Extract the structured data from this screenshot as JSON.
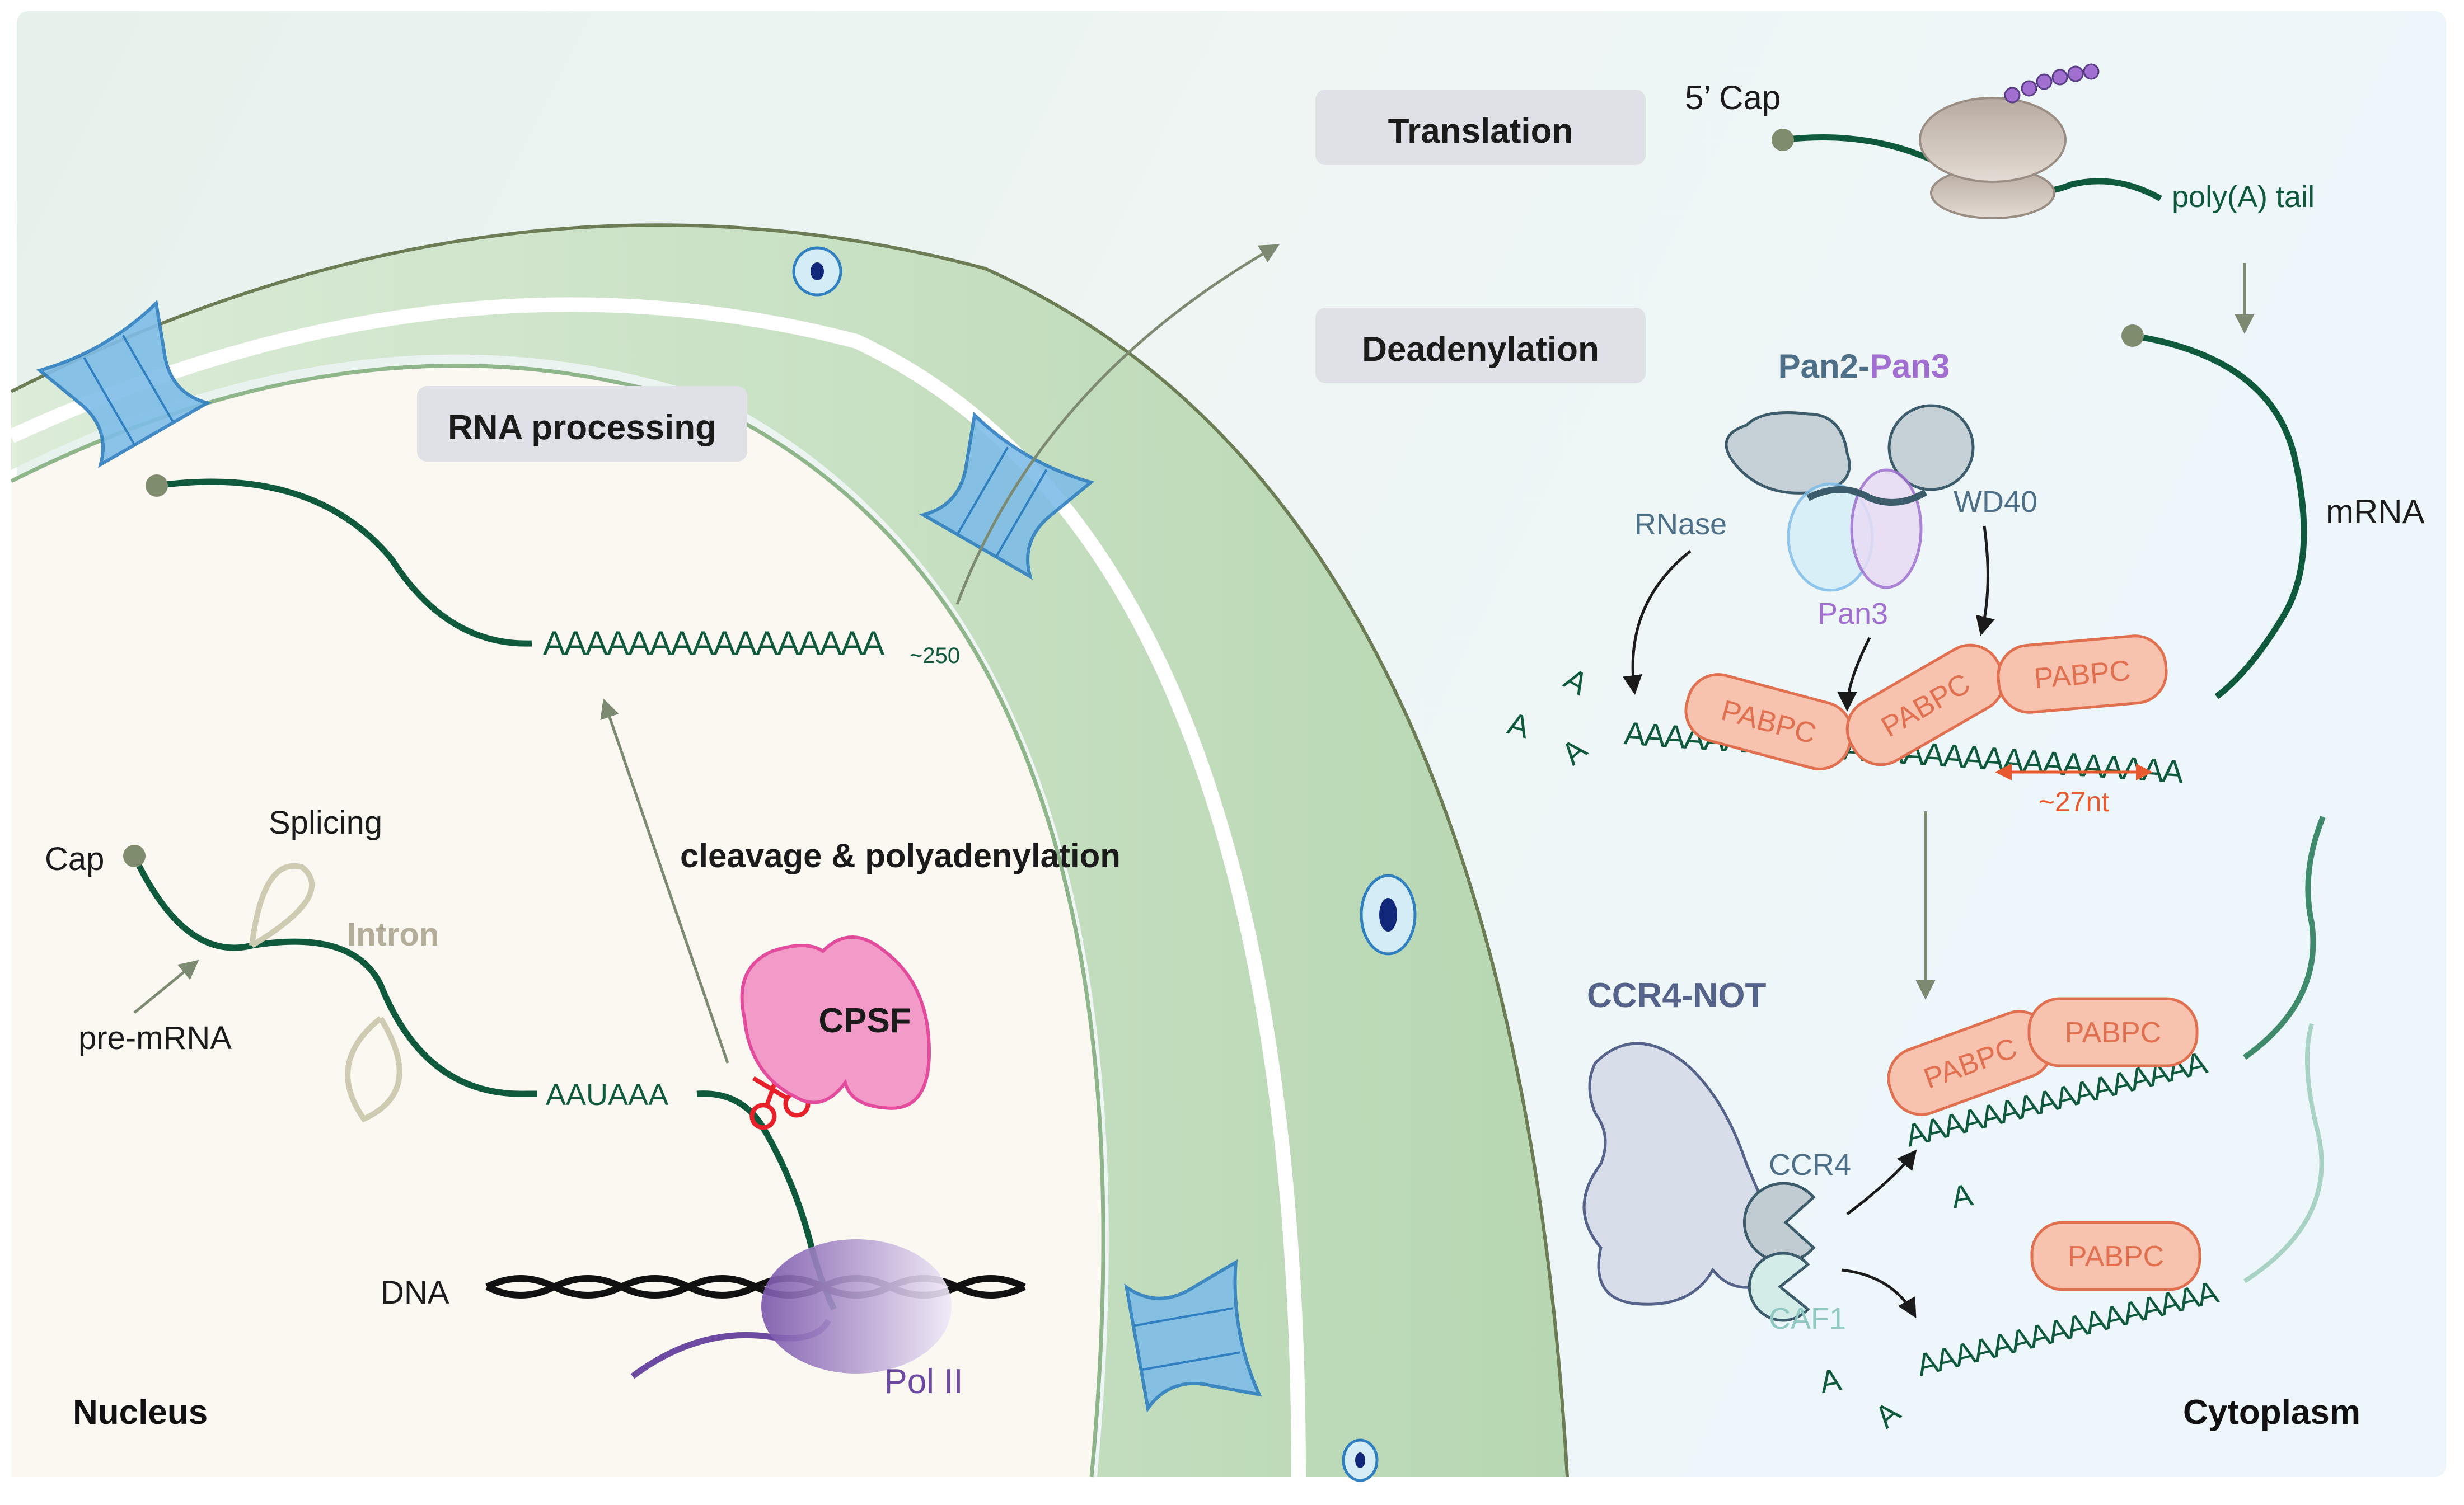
{
  "colors": {
    "rna": "#0f5a3c",
    "pabpc_fill": "#f7c2ae",
    "pabpc_stroke": "#e0704f",
    "pan3": "#a06fcf",
    "ccr4not": "#55638a",
    "caf1": "#8fc9c2",
    "arrow_orange": "#e8592f",
    "scissors": "#e8202a",
    "cpsf": "#f29bc9",
    "pol2": "#8b67b9",
    "envelope": "#a8ce9f",
    "pore": "#7fbde8"
  },
  "labels": {
    "rna_processing": "RNA processing",
    "translation": "Translation",
    "deadenylation": "Deadenylation",
    "nucleus": "Nucleus",
    "cytoplasm": "Cytoplasm",
    "cap": "Cap",
    "splicing": "Splicing",
    "intron": "Intron",
    "pre_mrna": "pre-mRNA",
    "aauaaa": "AAUAAA",
    "cleavage": "cleavage & polyadenylation",
    "cpsf": "CPSF",
    "dna": "DNA",
    "pol2": "Pol II",
    "polya_tail_nuc": "AAAAAAAAAAAAAAAA",
    "tilde_250": "~250",
    "five_cap": "5’ Cap",
    "polya_tail": "poly(A) tail",
    "pan2": "Pan2",
    "pan_dash": "-",
    "pan3": "Pan3",
    "rnase": "RNase",
    "wd40": "WD40",
    "pan3_sub": "Pan3",
    "mrna": "mRNA",
    "pabpc": "PABPC",
    "tail_dead": "AAAAAAAAAAAAAAAAAAAAAAAAAAAA",
    "tilde_27nt": "~27nt",
    "ccr4not": "CCR4-NOT",
    "ccr4": "CCR4",
    "caf1": "CAF1",
    "tail_ccr4": "AAAAAAAAAAAAAAAA",
    "tail_caf1": "AAAAAAAAAAAAAAAA",
    "single_a": "A"
  }
}
